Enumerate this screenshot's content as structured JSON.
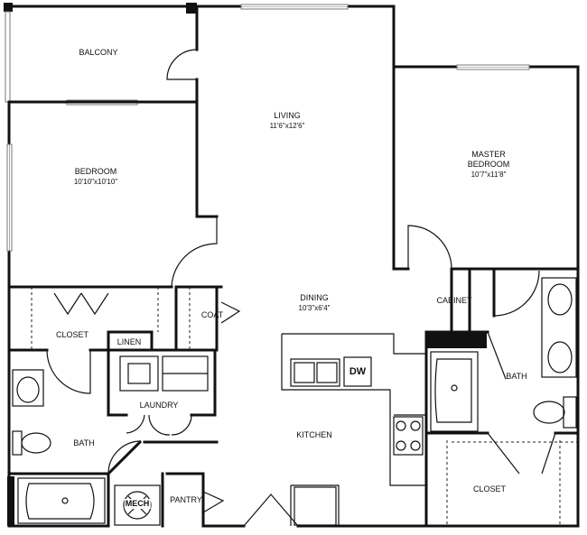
{
  "rooms": {
    "balcony": {
      "name": "BALCONY"
    },
    "living": {
      "name": "LIVING",
      "dims": "11'6\"x12'6\""
    },
    "bedroom": {
      "name": "BEDROOM",
      "dims": "10'10\"x10'10\""
    },
    "master": {
      "name1": "MASTER",
      "name2": "BEDROOM",
      "dims": "10'7\"x11'8\""
    },
    "dining": {
      "name": "DINING",
      "dims": "10'3\"x6'4\""
    },
    "kitchen": {
      "name": "KITCHEN"
    },
    "closet_left": {
      "name": "CLOSET"
    },
    "linen": {
      "name": "LINEN"
    },
    "coat": {
      "name": "COAT"
    },
    "laundry": {
      "name": "LAUNDRY"
    },
    "bath_left": {
      "name": "BATH"
    },
    "bath_right": {
      "name": "BATH"
    },
    "cabinet": {
      "name": "CABINET"
    },
    "closet_right": {
      "name": "CLOSET"
    },
    "mech": {
      "name": "MECH"
    },
    "pantry": {
      "name": "PANTRY"
    },
    "dishwasher": {
      "name": "DW"
    }
  }
}
